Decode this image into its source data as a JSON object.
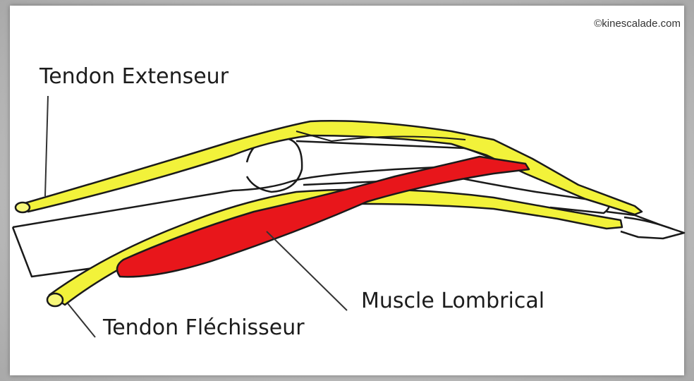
{
  "watermark": "©kinescalade.com",
  "labels": {
    "extensor_tendon": "Tendon Extenseur",
    "flexor_tendon": "Tendon Fléchisseur",
    "lumbrical_muscle": "Muscle Lombrical"
  },
  "colors": {
    "tendon": "#f2f23a",
    "muscle": "#e8161b",
    "outline": "#1a1a1a",
    "background": "#ffffff"
  }
}
